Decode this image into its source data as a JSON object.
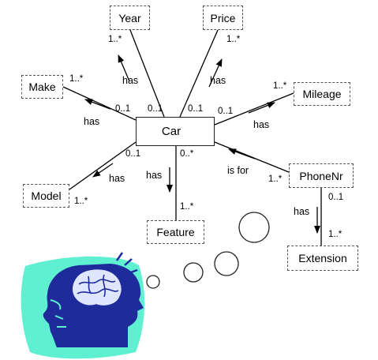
{
  "entities": {
    "car": "Car",
    "year": "Year",
    "price": "Price",
    "make": "Make",
    "mileage": "Mileage",
    "model": "Model",
    "feature": "Feature",
    "phone": "PhoneNr",
    "extension": "Extension"
  },
  "relations": {
    "year": "has",
    "price": "has",
    "make": "has",
    "mileage": "has",
    "model": "has",
    "feature": "has",
    "phone": "is for",
    "extension": "has"
  },
  "multiplicities": {
    "year_far": "1..*",
    "year_car": "0..1",
    "price_far": "1..*",
    "price_car": "0..1",
    "make_far": "1..*",
    "make_car": "0..1",
    "mileage_far": "1..*",
    "mileage_car": "0..1",
    "model_far": "1..*",
    "model_car": "0..1",
    "feature_far": "1..*",
    "feature_car": "0..*",
    "phone_car": "1..*",
    "ext_phone": "0..1",
    "ext_far": "1..*"
  },
  "colors": {
    "line": "#000000",
    "box_border": "#555555",
    "clipart_bg": "#5ff0d2",
    "head": "#1f2b9a"
  },
  "icons": {
    "thought_bubbles": "thought-bubbles-icon",
    "thinking_head": "thinking-head-icon"
  }
}
